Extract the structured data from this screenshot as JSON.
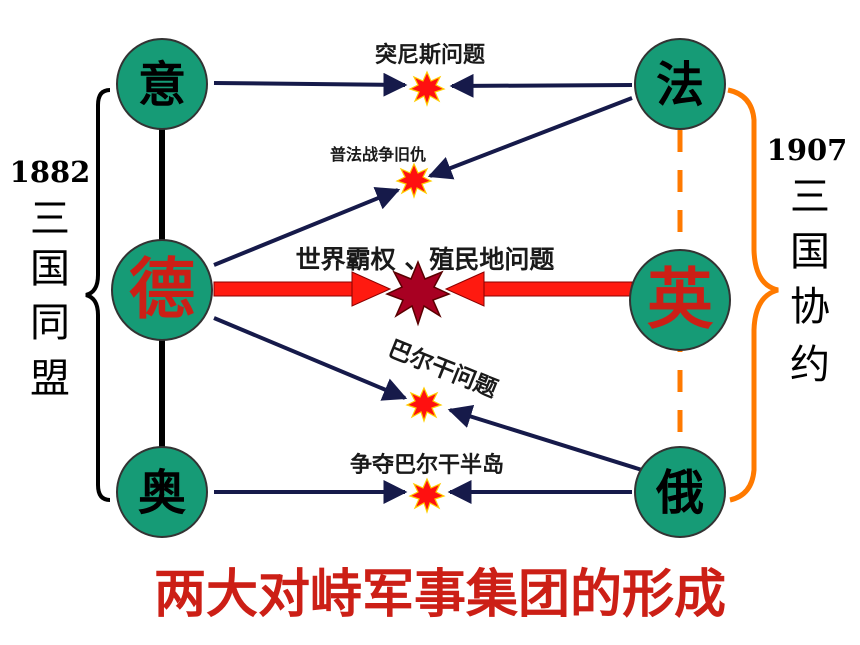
{
  "nodes": {
    "italy": "意",
    "germany": "德",
    "austria": "奥",
    "france": "法",
    "britain": "英",
    "russia": "俄"
  },
  "conflicts": {
    "tunisia": "突尼斯问题",
    "franco_prussian": "普法战争旧仇",
    "world_hegemony": "世界霸权 、殖民地问题",
    "balkan_issue": "巴尔干问题",
    "balkan_peninsula": "争夺巴尔干半岛"
  },
  "triple_alliance": {
    "year": "1882",
    "chars": [
      "三",
      "国",
      "同",
      "盟"
    ]
  },
  "triple_entente": {
    "year": "1907",
    "chars": [
      "三",
      "国",
      "协",
      "约"
    ]
  },
  "footer_title": "两大对峙军事集团的形成",
  "colors": {
    "node_fill": "#169b76",
    "node_stroke": "#333333",
    "strong_red": "#cc1f16",
    "arrow_red": "#ff1a10",
    "navy": "#161a4a",
    "orange": "#ff7a00",
    "burst_red": "#ff1010",
    "burst_dark": "#a80022"
  }
}
